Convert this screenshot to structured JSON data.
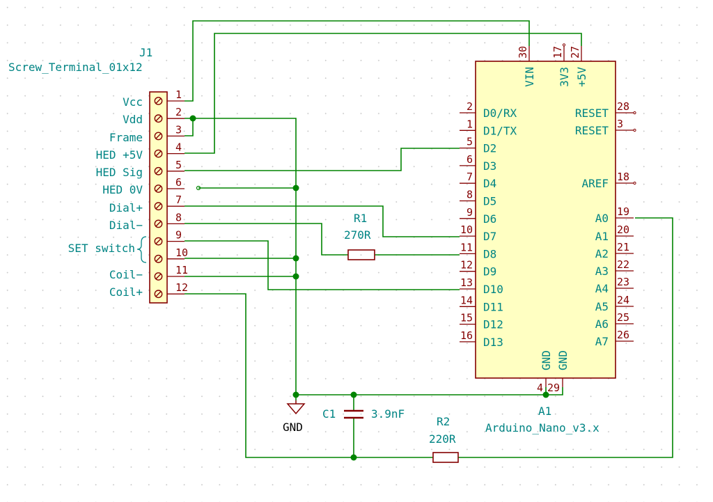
{
  "connector": {
    "ref": "J1",
    "value": "Screw_Terminal_01x12",
    "pins": [
      "1",
      "2",
      "3",
      "4",
      "5",
      "6",
      "7",
      "8",
      "9",
      "10",
      "11",
      "12"
    ],
    "wire_labels": [
      "Vcc",
      "Vdd",
      "Frame",
      "HED +5V",
      "HED Sig",
      "HED 0V",
      "Dial+",
      "Dial−",
      "SET switch",
      "Coil−",
      "Coil+"
    ]
  },
  "arduino": {
    "ref": "A1",
    "value": "Arduino_Nano_v3.x",
    "top_pins": [
      {
        "num": "30",
        "name": "VIN"
      },
      {
        "num": "17",
        "name": "3V3"
      },
      {
        "num": "27",
        "name": "+5V"
      }
    ],
    "bottom_pins": [
      {
        "num": "4",
        "name": "GND"
      },
      {
        "num": "29",
        "name": "GND"
      }
    ],
    "left_pins": [
      {
        "num": "2",
        "name": "D0/RX"
      },
      {
        "num": "1",
        "name": "D1/TX"
      },
      {
        "num": "5",
        "name": "D2"
      },
      {
        "num": "6",
        "name": "D3"
      },
      {
        "num": "7",
        "name": "D4"
      },
      {
        "num": "8",
        "name": "D5"
      },
      {
        "num": "9",
        "name": "D6"
      },
      {
        "num": "10",
        "name": "D7"
      },
      {
        "num": "11",
        "name": "D8"
      },
      {
        "num": "12",
        "name": "D9"
      },
      {
        "num": "13",
        "name": "D10"
      },
      {
        "num": "14",
        "name": "D11"
      },
      {
        "num": "15",
        "name": "D12"
      },
      {
        "num": "16",
        "name": "D13"
      }
    ],
    "right_pins": [
      {
        "num": "28",
        "name": "RESET"
      },
      {
        "num": "3",
        "name": "RESET"
      },
      {
        "num": "18",
        "name": "AREF"
      },
      {
        "num": "19",
        "name": "A0"
      },
      {
        "num": "20",
        "name": "A1"
      },
      {
        "num": "21",
        "name": "A2"
      },
      {
        "num": "22",
        "name": "A3"
      },
      {
        "num": "23",
        "name": "A4"
      },
      {
        "num": "24",
        "name": "A5"
      },
      {
        "num": "25",
        "name": "A6"
      },
      {
        "num": "26",
        "name": "A7"
      }
    ]
  },
  "r1": {
    "ref": "R1",
    "value": "270R"
  },
  "r2": {
    "ref": "R2",
    "value": "220R"
  },
  "c1": {
    "ref": "C1",
    "value": "3.9nF"
  },
  "gnd": {
    "label": "GND"
  },
  "colors": {
    "wire": "#008400",
    "symbol": "#840000",
    "fill": "#ffffc2",
    "label": "#008484",
    "text": "#000000"
  }
}
